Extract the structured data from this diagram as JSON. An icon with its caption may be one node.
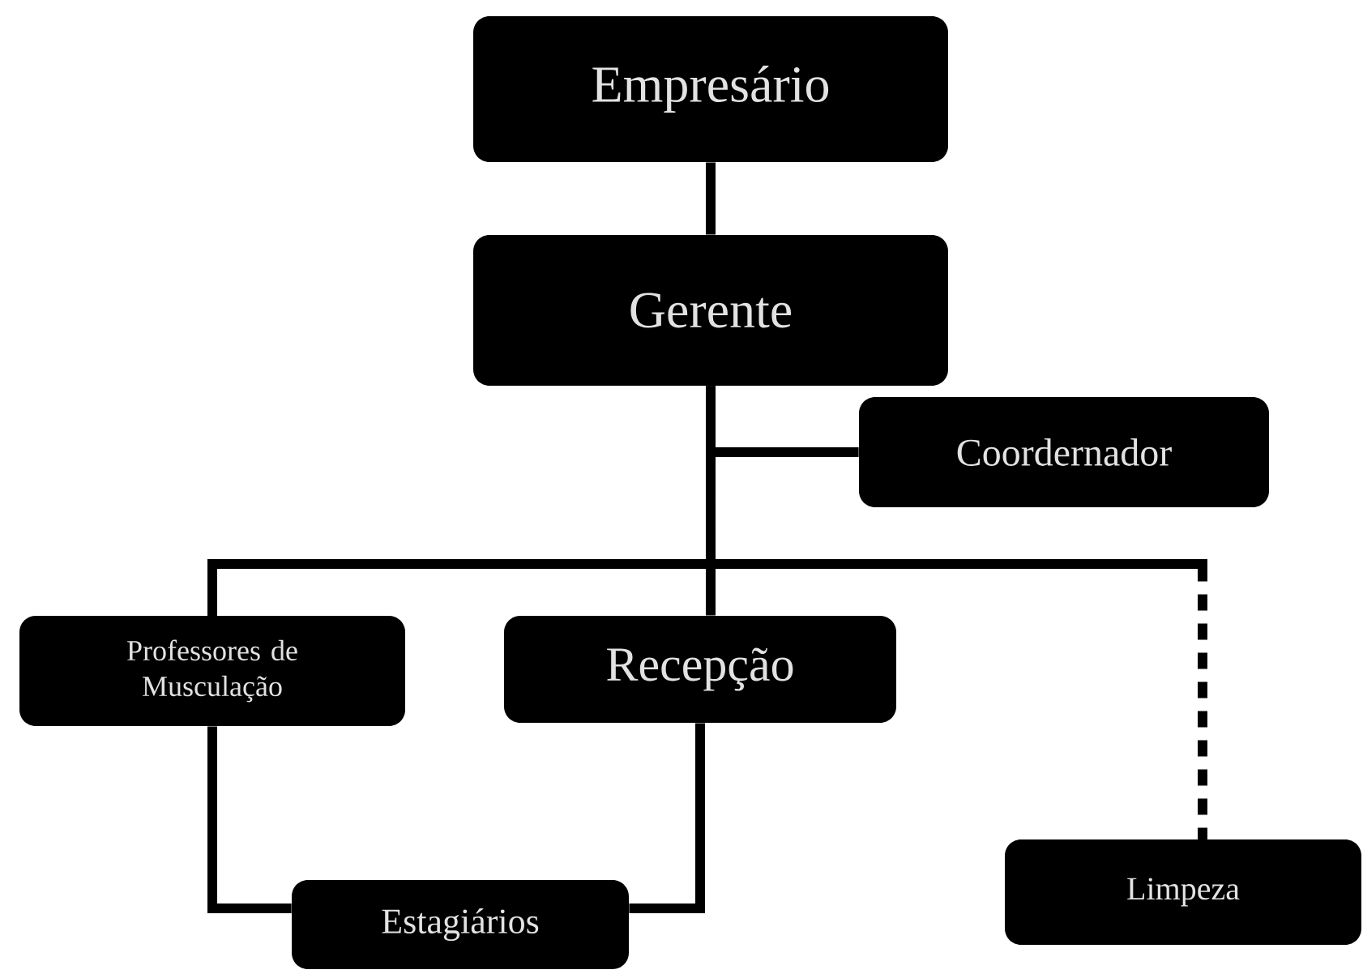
{
  "diagram": {
    "nodes": [
      {
        "text": [
          "Empresário"
        ]
      },
      {
        "text": [
          "Gerente"
        ]
      },
      {
        "text": [
          "Coordernador"
        ]
      },
      {
        "text": [
          "Professores de Musculação"
        ]
      },
      {
        "text": [
          "Recepção"
        ]
      },
      {
        "text": [
          "Limpeza"
        ]
      },
      {
        "text": [
          "Estagiários"
        ]
      }
    ],
    "edges": [
      {
        "from": 0,
        "to": 1,
        "arrow": "none"
      },
      {
        "from": 1,
        "to": 2,
        "arrow": "none"
      },
      {
        "from": 1,
        "to": 3,
        "arrow": "none"
      },
      {
        "from": 1,
        "to": 4,
        "arrow": "none"
      },
      {
        "from": 1,
        "to": 5,
        "arrow": "none",
        "style": "dashed"
      },
      {
        "from": 3,
        "to": 6,
        "arrow": "none"
      },
      {
        "from": 4,
        "to": 6,
        "arrow": "none"
      }
    ]
  }
}
